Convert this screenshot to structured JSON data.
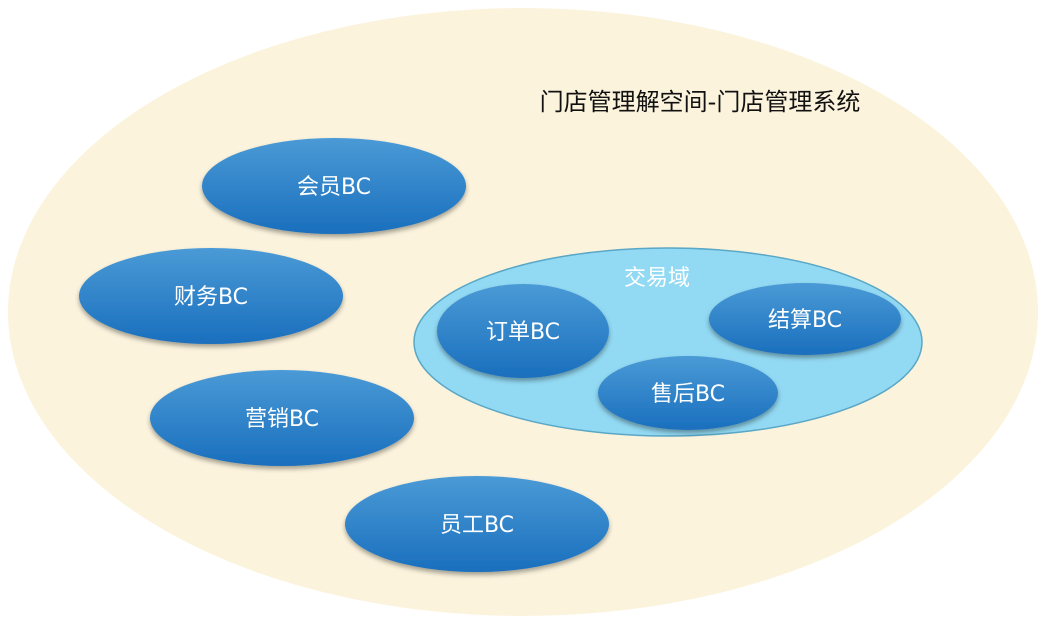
{
  "diagram": {
    "outer_space": {
      "label": "门店管理解空间-门店管理系统",
      "fill": "#fbf3dc"
    },
    "domain": {
      "label": "交易域",
      "fill": "#92d9f3",
      "stroke": "#5aa7c6"
    },
    "bc_fill_top": "#4a9ad6",
    "bc_fill_bottom": "#1a6fbd",
    "contexts": [
      {
        "id": "member",
        "label": "会员BC"
      },
      {
        "id": "finance",
        "label": "财务BC"
      },
      {
        "id": "marketing",
        "label": "营销BC"
      },
      {
        "id": "staff",
        "label": "员工BC"
      },
      {
        "id": "order",
        "label": "订单BC"
      },
      {
        "id": "settlement",
        "label": "结算BC"
      },
      {
        "id": "aftersale",
        "label": "售后BC"
      }
    ]
  }
}
